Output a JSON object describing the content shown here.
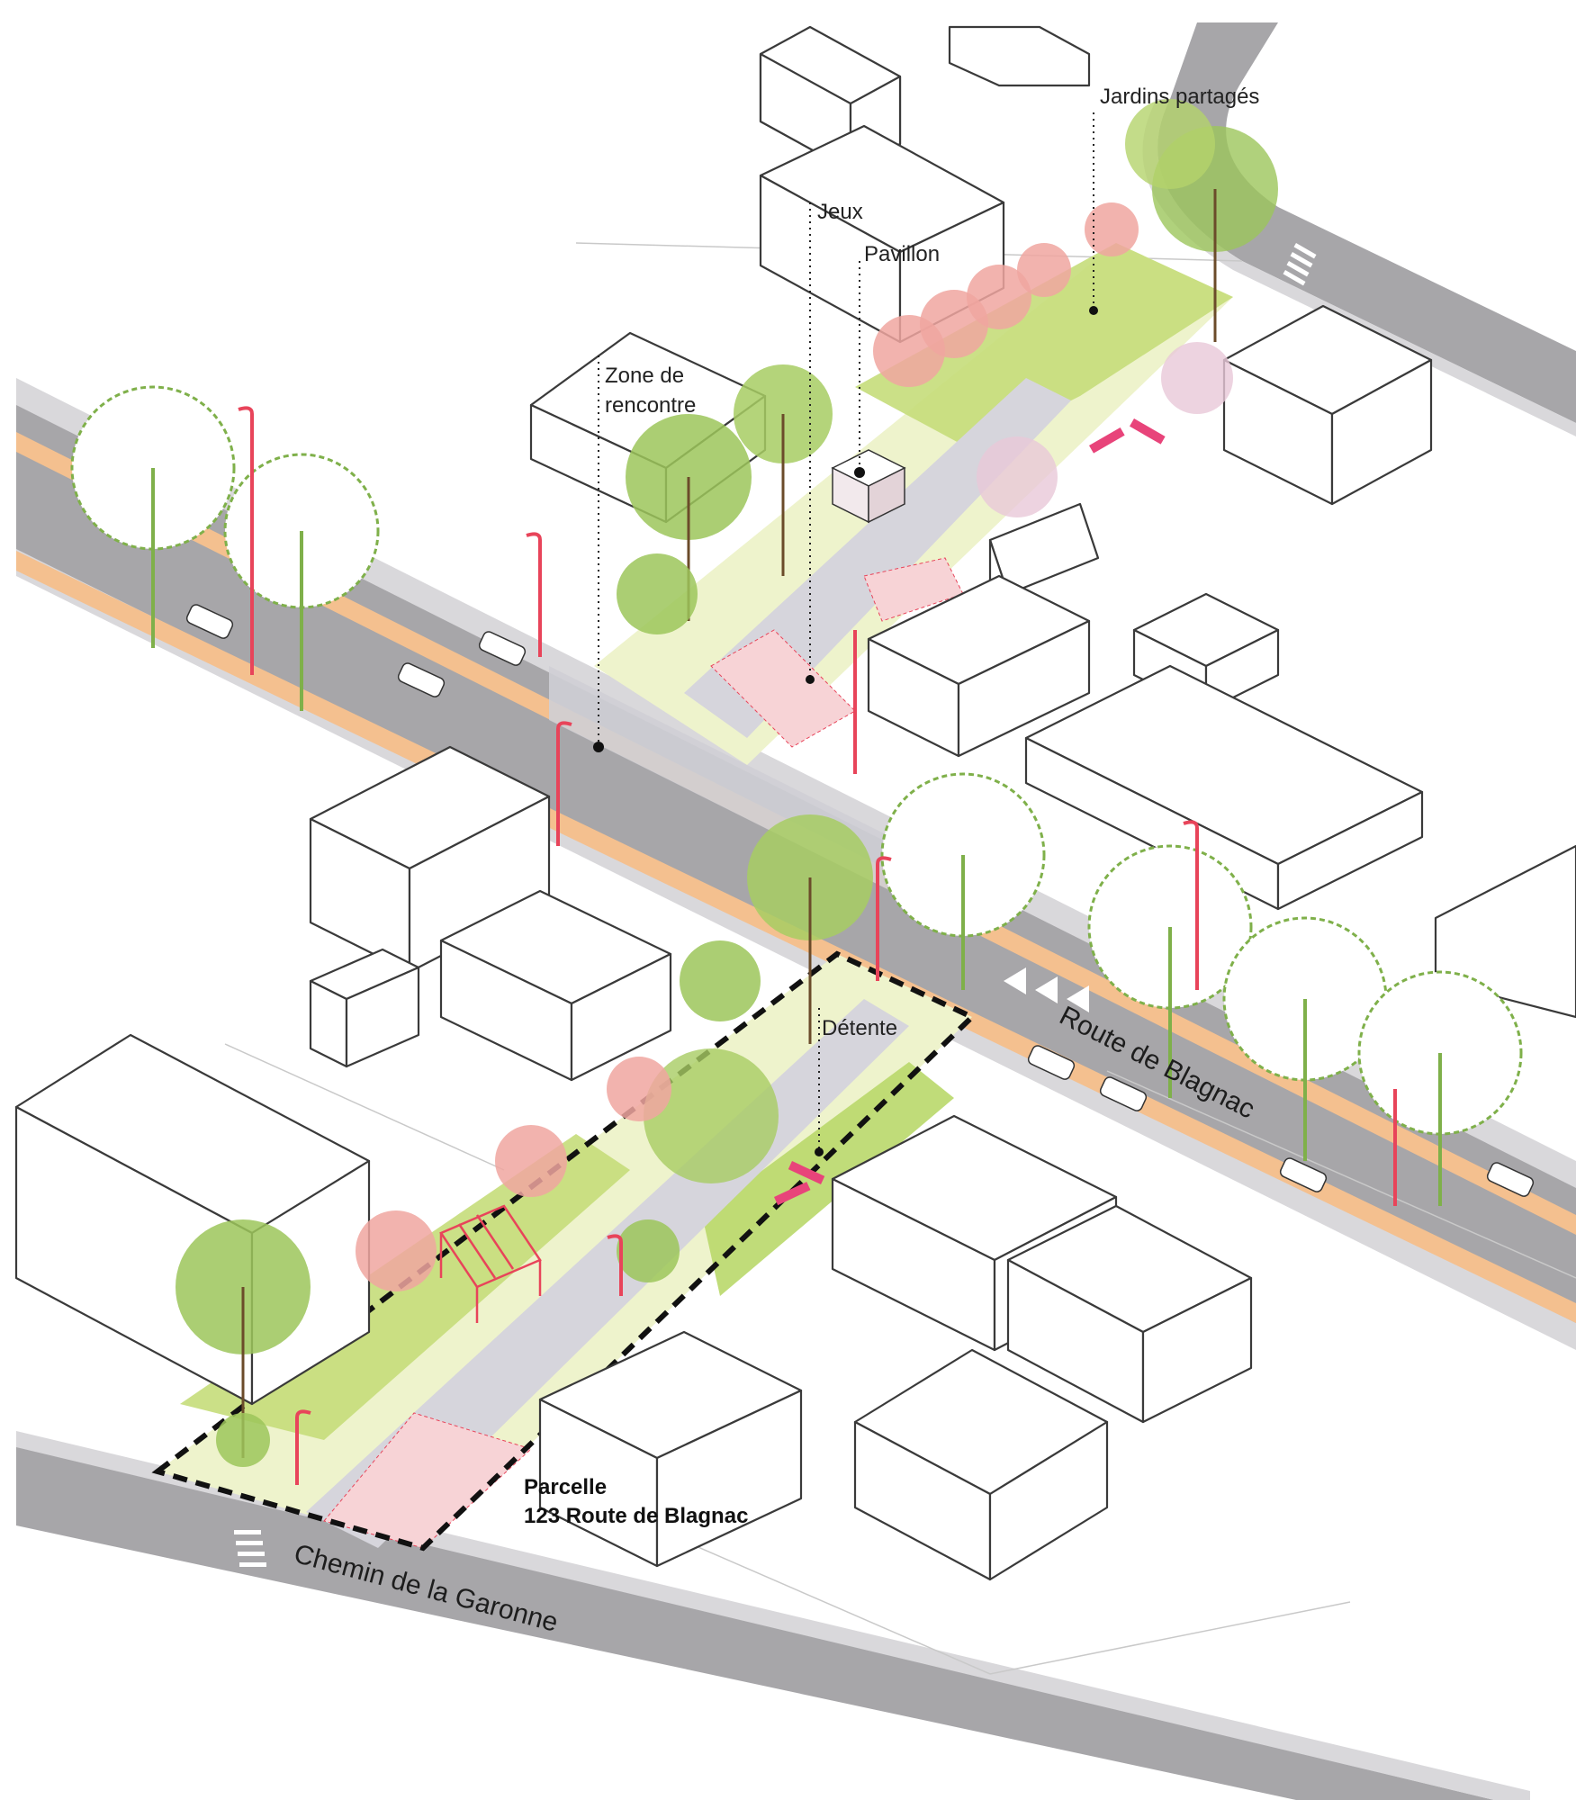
{
  "labels": {
    "jardins": "Jardins partagés",
    "jeux": "Jeux",
    "pavillon": "Pavillon",
    "zone_line1": "Zone de",
    "zone_line2": "rencontre",
    "detente": "Détente",
    "route": "Route de Blagnac",
    "chemin": "Chemin de la Garonne",
    "parcelle_line1": "Parcelle",
    "parcelle_line2": "123 Route de Blagnac"
  },
  "colors": {
    "road": "#a7a6a9",
    "sidewalk": "#d9d8db",
    "bike_lane": "#f4c08f",
    "promenade": "#d6d5dc",
    "green_strip": "#dfeaa8",
    "garden": "#c5dd7a",
    "play_area": "#f7d3d6",
    "tree_green": "#8fb54a",
    "tree_pink": "#f0a6a0",
    "lamp": "#e8445a",
    "building_stroke": "#3a3a3a"
  }
}
